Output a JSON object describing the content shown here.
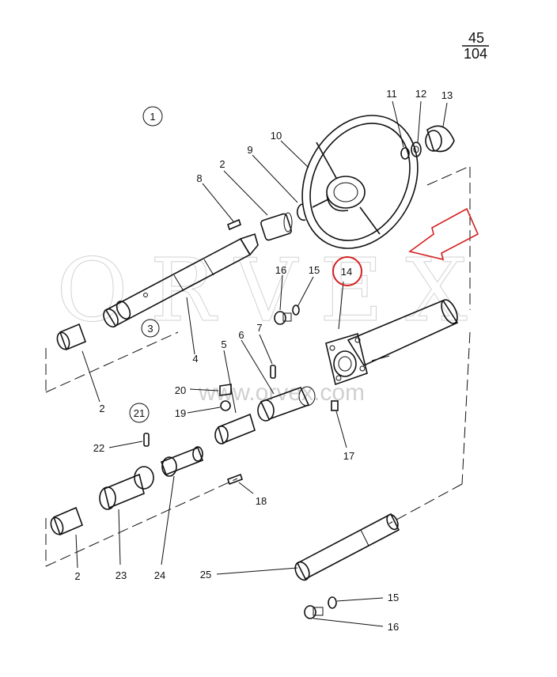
{
  "page_code": {
    "top": "45",
    "bottom": "104"
  },
  "group_markers": {
    "a": "1",
    "b": "3",
    "c": "21"
  },
  "watermark": {
    "main": "ORVEX",
    "url": "www.orvex.com"
  },
  "labels": {
    "l2a": "2",
    "l2b": "2",
    "l2c": "2",
    "l4": "4",
    "l5": "5",
    "l6": "6",
    "l7": "7",
    "l8": "8",
    "l9": "9",
    "l10": "10",
    "l11": "11",
    "l12": "12",
    "l13": "13",
    "l14": "14",
    "l15a": "15",
    "l15b": "15",
    "l16a": "16",
    "l16b": "16",
    "l17": "17",
    "l18": "18",
    "l19": "19",
    "l20": "20",
    "l22": "22",
    "l23": "23",
    "l24": "24",
    "l25": "25"
  },
  "highlight": {
    "part": "14",
    "color": "#d42020"
  },
  "arrow_color": "#d42020"
}
